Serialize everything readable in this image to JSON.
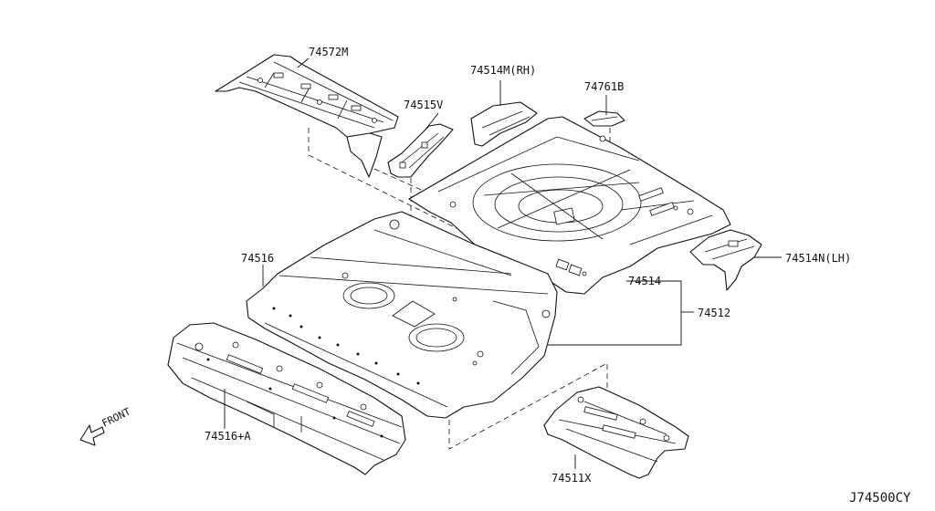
{
  "parts": [
    {
      "id": "74572M",
      "label": "74572M"
    },
    {
      "id": "74515V",
      "label": "74515V"
    },
    {
      "id": "74514M",
      "label": "74514M(RH)"
    },
    {
      "id": "74761B",
      "label": "74761B"
    },
    {
      "id": "74514N",
      "label": "74514N(LH)"
    },
    {
      "id": "74514",
      "label": "74514"
    },
    {
      "id": "74512",
      "label": "74512"
    },
    {
      "id": "74516",
      "label": "74516"
    },
    {
      "id": "74516A",
      "label": "74516+A"
    },
    {
      "id": "74511X",
      "label": "74511X"
    }
  ],
  "front_indicator": "FRONT",
  "diagram_code": "J74500CY",
  "colors": {
    "line": "#111111",
    "background": "#ffffff"
  },
  "icons": [
    "front-arrow-icon"
  ]
}
